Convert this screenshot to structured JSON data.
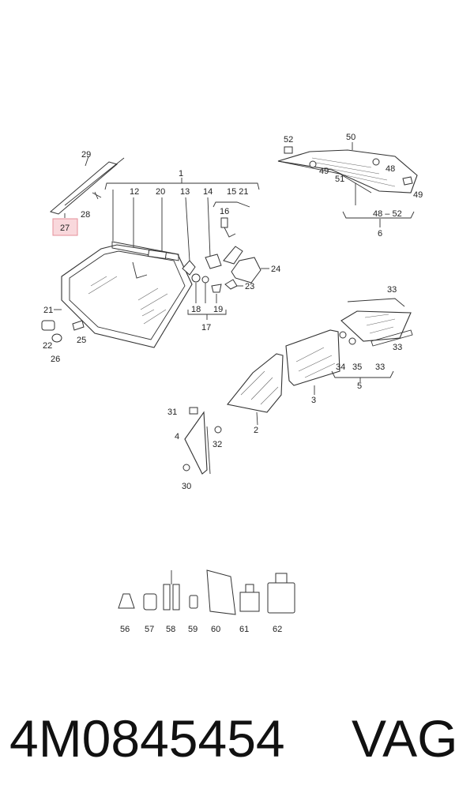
{
  "callouts": {
    "c1": "1",
    "c2": "2",
    "c3": "3",
    "c4": "4",
    "c5": "5",
    "c6": "6",
    "c12": "12",
    "c13": "13",
    "c14": "14",
    "c15_21": "15 21",
    "c16": "16",
    "c17": "17",
    "c18": "18",
    "c19": "19",
    "c20": "20",
    "c21": "21",
    "c22": "22",
    "c23": "23",
    "c24": "24",
    "c25": "25",
    "c26": "26",
    "c27": "27",
    "c28": "28",
    "c29": "29",
    "c30": "30",
    "c31": "31",
    "c32": "32",
    "c33a": "33",
    "c33b": "33",
    "c33c": "33",
    "c34": "34",
    "c35": "35",
    "c48": "48",
    "c48_52": "48 – 52",
    "c49a": "49",
    "c49b": "49",
    "c50": "50",
    "c51": "51",
    "c52": "52",
    "c56": "56",
    "c57": "57",
    "c58": "58",
    "c59": "59",
    "c60": "60",
    "c61": "61",
    "c62": "62"
  },
  "highlight_color": "#f9d8dc",
  "footer": {
    "part_number": "4M0845454",
    "brand": "VAG"
  }
}
